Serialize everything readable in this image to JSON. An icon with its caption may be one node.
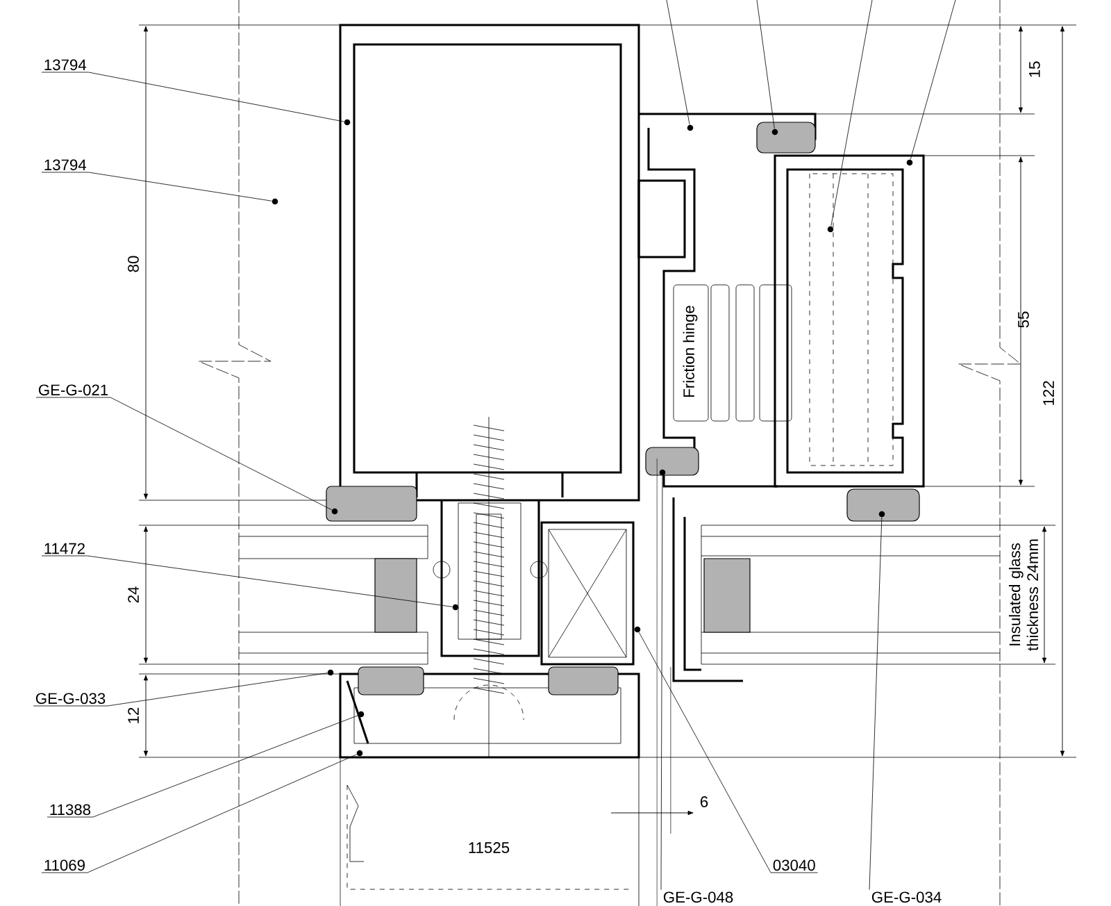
{
  "diagram": {
    "nodes": [
      {
        "text": [
          "13794"
        ]
      },
      {
        "text": [
          "13794"
        ]
      },
      {
        "text": [
          "GE-G-021"
        ]
      },
      {
        "text": [
          "11472"
        ]
      },
      {
        "text": [
          "GE-G-033"
        ]
      },
      {
        "text": [
          "11388"
        ]
      },
      {
        "text": [
          "11069"
        ]
      },
      {
        "text": [
          "03040"
        ]
      },
      {
        "text": [
          "GE-G-048"
        ]
      },
      {
        "text": [
          "GE-G-034"
        ]
      },
      {
        "text": [],
        "shape": "circle"
      },
      {
        "text": [],
        "shape": "circle"
      },
      {
        "text": [],
        "shape": "circle"
      },
      {
        "text": [],
        "shape": "circle"
      },
      {
        "text": [],
        "shape": "circle"
      },
      {
        "text": [],
        "shape": "circle"
      },
      {
        "text": [],
        "shape": "circle"
      },
      {
        "text": [],
        "shape": "circle"
      },
      {
        "text": [],
        "shape": "circle"
      },
      {
        "text": [],
        "shape": "circle"
      },
      {
        "text": [],
        "shape": "circle"
      },
      {
        "text": [],
        "shape": "circle"
      },
      {
        "text": [],
        "shape": "circle"
      },
      {
        "text": [],
        "shape": "circle"
      }
    ],
    "edges": [
      {
        "from": 0,
        "to": 10,
        "arrow": "none"
      },
      {
        "from": 1,
        "to": 11,
        "arrow": "none"
      },
      {
        "from": 2,
        "to": 12,
        "arrow": "none"
      },
      {
        "from": 3,
        "to": 13,
        "arrow": "none"
      },
      {
        "from": 4,
        "to": 14,
        "arrow": "none"
      },
      {
        "from": 5,
        "to": 15,
        "arrow": "none"
      },
      {
        "from": 6,
        "to": 16,
        "arrow": "none"
      },
      {
        "from": 7,
        "to": 17,
        "arrow": "none"
      },
      {
        "from": 8,
        "to": 18,
        "arrow": "none"
      },
      {
        "from": 9,
        "to": 19,
        "arrow": "none"
      },
      {
        "from": null,
        "to": 20,
        "arrow": "none"
      },
      {
        "from": null,
        "to": 21,
        "arrow": "none"
      },
      {
        "from": null,
        "to": 22,
        "arrow": "none"
      },
      {
        "from": null,
        "to": 23,
        "arrow": "none"
      }
    ],
    "labels": [
      "15",
      "80",
      "Friction hinge",
      "55",
      "122",
      "24",
      "Insulated glass thickness 24mm",
      "12",
      "11525",
      "6"
    ]
  }
}
